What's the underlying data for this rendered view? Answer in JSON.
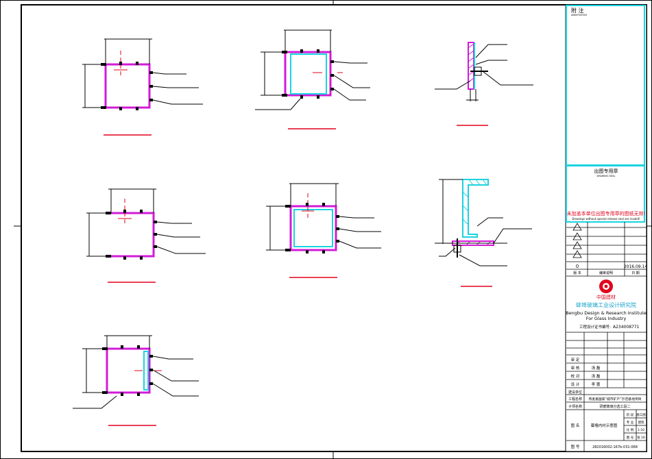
{
  "title_block": {
    "notes_title": "附 注",
    "notes_subtitle": "ANNOTATION",
    "seal_title": "出图专用章",
    "seal_subtitle": "DRAWING SEAL",
    "seal_warning": "未加盖本单位出图专用章的图纸无效!",
    "seal_warning_en": "Drawings without special release seal are invalid!",
    "revision_number": "0",
    "revision_date": "2016.09.14",
    "revision_headers": [
      "版 本",
      "编审说明",
      "日 期"
    ],
    "company_top": "中国建材",
    "company_cn": "蚌埠玻璃工业设计研究院",
    "company_en_1": "Bengbu Design & Research Institute",
    "company_en_2": "For Glass Industry",
    "cert_label": "工程设计证书编号:",
    "cert_number": "A234008771",
    "sign_rows": [
      {
        "role": "审 定",
        "name": ""
      },
      {
        "role": "审 核",
        "name": "汤 磊"
      },
      {
        "role": "校 对",
        "name": "汤 磊"
      },
      {
        "role": "设 计",
        "name": "李 蕾"
      }
    ],
    "client_label": "建设单位",
    "project_label": "工程名称",
    "project_name": "燕麦基国家“城市矿产”示范基地项目",
    "subitem_label": "子项名称",
    "subitem_name": "研磨玻璃分选工段二",
    "drawing_name_label": "图 名",
    "drawing_name": "幕墙内衬示意图",
    "stage_label": "阶 段",
    "stage_value": "施工图",
    "discipline_label": "专 业",
    "discipline_value": "建筑",
    "scale_label": "比 例",
    "scale_value": "1:10",
    "sheet_label": "图 号",
    "sheet_page": "张 16",
    "drawing_number_label": "图 号",
    "drawing_number": "282016002-167b-031-068"
  },
  "colors": {
    "magenta": "#d21ad8",
    "cyan": "#1ad3e0",
    "red": "#e0001b",
    "line": "#000000"
  }
}
